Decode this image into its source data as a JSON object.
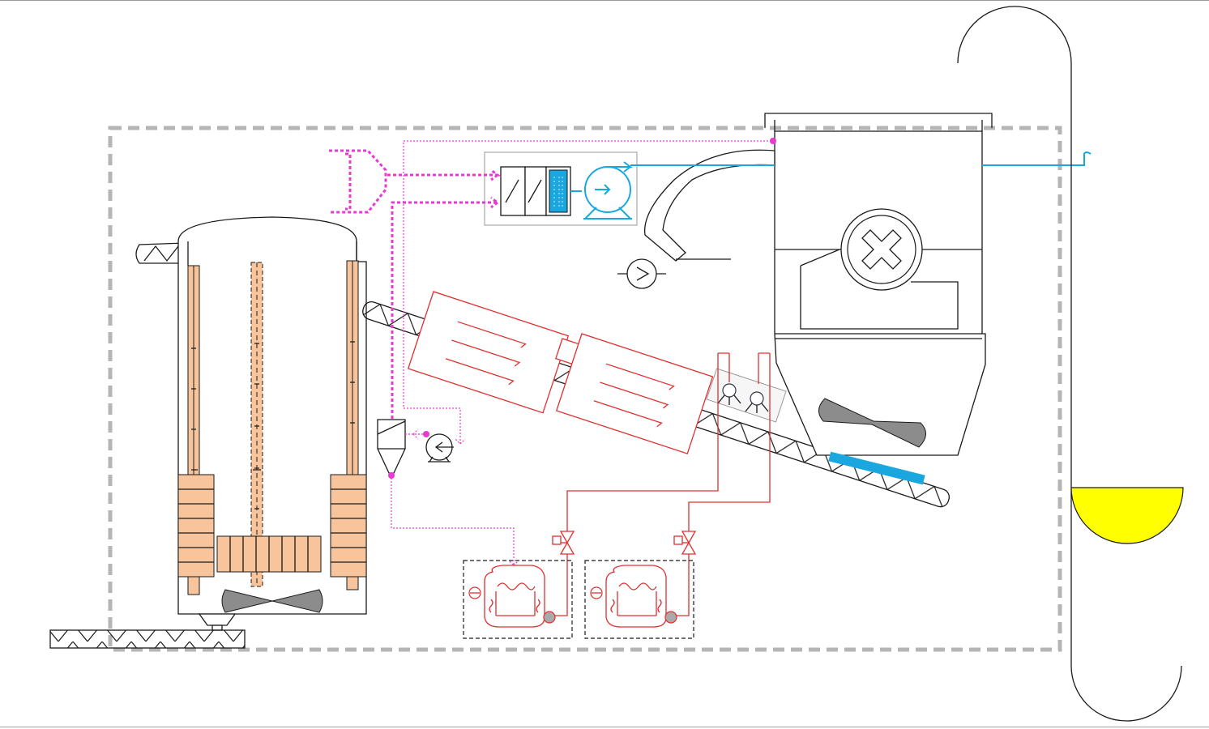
{
  "title": "",
  "colors": {
    "boundary": "#b5b5b5",
    "refrigerant_circuit": "#e03030",
    "air_circuit": "#e83ad0",
    "water_line": "#1aa7e0",
    "heater_elements": "#f7c49b",
    "dryer_fans": "#8c8c8c",
    "lamp": "#ffff00",
    "vent_belt": "#1aa7e0"
  },
  "components": {
    "left_dryer_vessel": {
      "icon": "vertical-drum-with-heaters"
    },
    "inlet_screw_conveyor": {
      "icon": "screw-conveyor"
    },
    "outlet_screw_conveyor": {
      "icon": "screw-conveyor"
    },
    "inclined_screw_conveyor": {
      "icon": "screw-conveyor"
    },
    "condenser_coils": {
      "icon": "heat-exchanger",
      "count": 2
    },
    "hopper_tower": {
      "icon": "hopper-with-rotary-feeder"
    },
    "air_filter_unit": {
      "icon": "filter-and-blower"
    },
    "compressors": {
      "icon": "refrigerant-compressor",
      "count": 2
    },
    "expansion_valves": {
      "icon": "valve",
      "count": 2
    },
    "cyclone_separator": {
      "icon": "cyclone"
    },
    "circulation_pump": {
      "icon": "pump"
    },
    "lamp": {
      "icon": "half-disc-lamp"
    }
  }
}
